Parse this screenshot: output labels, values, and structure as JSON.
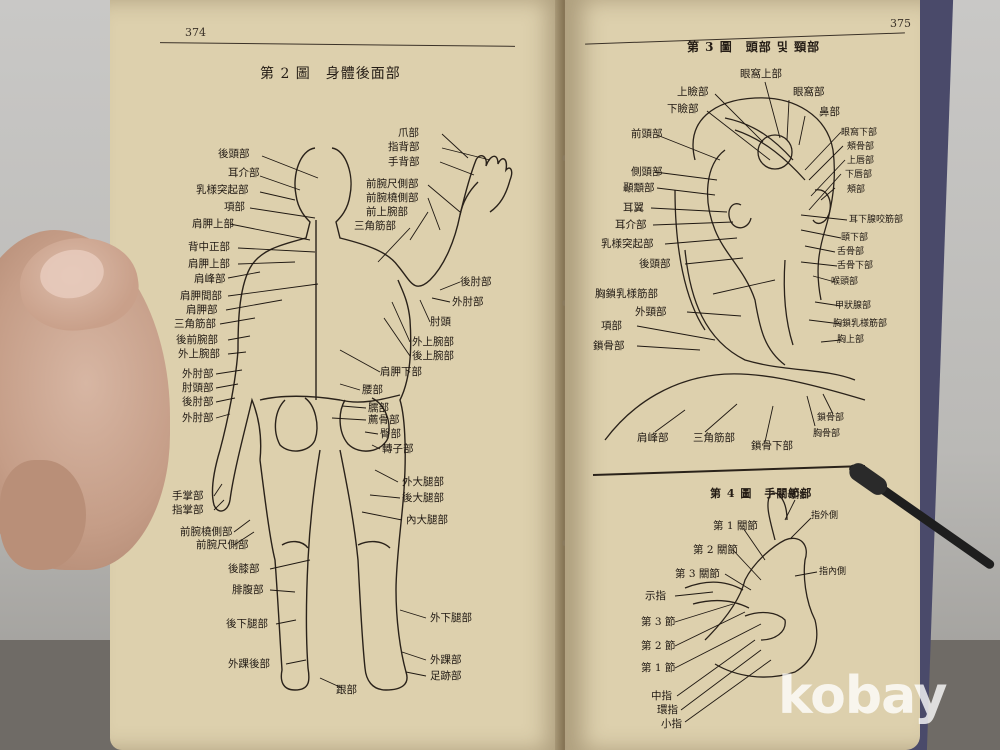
{
  "book": {
    "left_page": {
      "page_number": "374",
      "title": "第 2 圖　身體後面部",
      "labels": [
        "後頭部",
        "耳介部",
        "乳様突起部",
        "項部",
        "肩胛上部",
        "背中正部",
        "肩胛上部",
        "肩峰部",
        "肩胛間部",
        "肩胛部",
        "三角筋部",
        "後前腕部",
        "外上腕部",
        "外肘部",
        "肘頭部",
        "後肘部",
        "外肘部",
        "手掌部",
        "指掌部",
        "前腕橈側部",
        "前腕尺側部",
        "後膝部",
        "腓腹部",
        "後下腿部",
        "外踝後部",
        "爪部",
        "指背部",
        "手背部",
        "前腕尺側部",
        "前腕橈側部",
        "前上腕部",
        "三角筋部",
        "後肘部",
        "外肘部",
        "肘頭",
        "外上腕部",
        "後上腕部",
        "肩胛下部",
        "腰部",
        "臑部",
        "薦骨部",
        "臀部",
        "轉子部",
        "外大腿部",
        "後大腿部",
        "內大腿部",
        "外下腿部",
        "外踝部",
        "足跡部",
        "跟部"
      ]
    },
    "right_page": {
      "page_number": "375",
      "title": "第 3 圖　頭部 및 頸部",
      "labels": [
        "眼窩上部",
        "上瞼部",
        "眼窩部",
        "下瞼部",
        "鼻部",
        "前頭部",
        "眼窩下部",
        "頰骨部",
        "上唇部",
        "下唇部",
        "側頭部",
        "顳顬部",
        "頰部",
        "耳翼",
        "耳介部",
        "耳下腺咬筋部",
        "頤下部",
        "舌骨部",
        "乳様突起部",
        "舌骨下部",
        "後頭部",
        "喉頭部",
        "胸鎖乳様筋部",
        "甲狀腺部",
        "外頸部",
        "胸鎖乳様筋部",
        "項部",
        "胸上部",
        "鎖骨部",
        "肩峰部",
        "三角筋部",
        "鎖骨下部",
        "胸骨部",
        "鎖骨部"
      ],
      "figure4_title": "第 4 圖　手關節部",
      "figure4_labels": [
        "母指",
        "指外側",
        "第 1 關節",
        "第 2 關節",
        "第 3 關節",
        "指內側",
        "示指",
        "第 3 節",
        "第 2 節",
        "第 1 節",
        "中指",
        "環指",
        "小指"
      ]
    }
  },
  "watermark": "kobay"
}
